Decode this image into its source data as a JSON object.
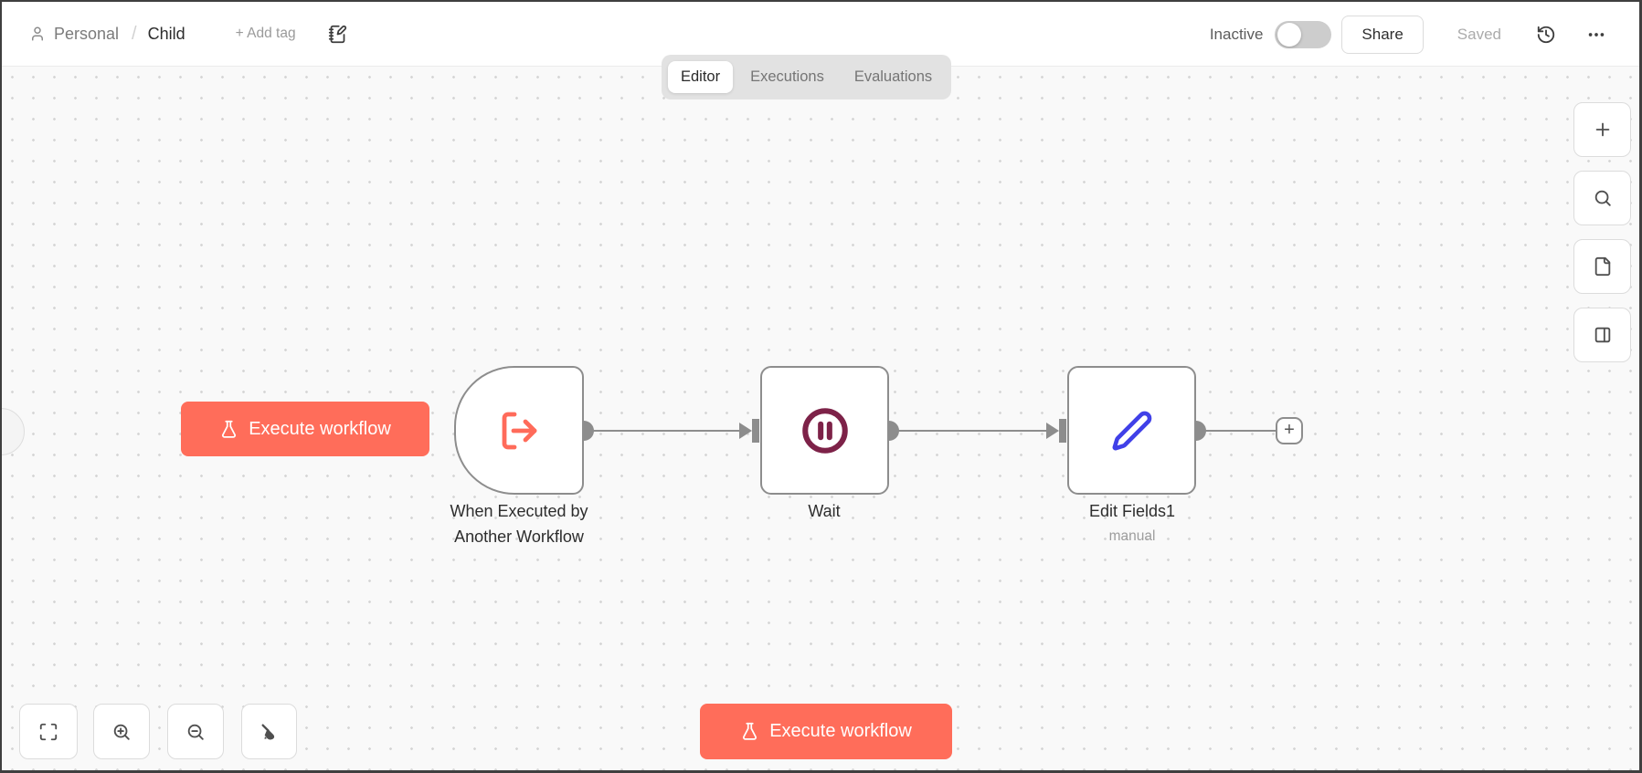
{
  "header": {
    "project": "Personal",
    "breadcrumb_separator": "/",
    "workflow_title": "Child",
    "add_tag_label": "+ Add tag",
    "activation_label": "Inactive",
    "share_label": "Share",
    "save_status": "Saved"
  },
  "tabs": {
    "editor": "Editor",
    "executions": "Executions",
    "evaluations": "Evaluations"
  },
  "canvas": {
    "execute_workflow_label": "Execute workflow",
    "nodes": {
      "trigger": {
        "title_line1": "When Executed by",
        "title_line2": "Another Workflow",
        "icon": "log-out-icon"
      },
      "wait": {
        "title": "Wait",
        "icon": "pause-circle-icon"
      },
      "edit_fields": {
        "title": "Edit Fields1",
        "subtitle": "manual",
        "icon": "pen-icon"
      }
    },
    "add_node_plus_label": "+"
  },
  "footer": {
    "execute_workflow_label": "Execute workflow"
  },
  "icons": [
    "user-icon",
    "notebook-pen-icon",
    "history-icon",
    "ellipsis-icon",
    "flask-icon",
    "log-out-icon",
    "pause-circle-icon",
    "pen-icon",
    "plus-icon",
    "search-icon",
    "file-icon",
    "panel-right-icon",
    "fit-view-icon",
    "zoom-in-icon",
    "zoom-out-icon",
    "tidy-up-icon"
  ],
  "colors": {
    "accent": "#ff6d5a",
    "trigger_icon": "#ff6b5a",
    "wait_icon": "#7d2248",
    "edit_icon": "#4040e8",
    "connector": "#8d8d8d",
    "canvas_bg": "#f9f9f9",
    "tabbar_bg": "#e2e2e2"
  }
}
